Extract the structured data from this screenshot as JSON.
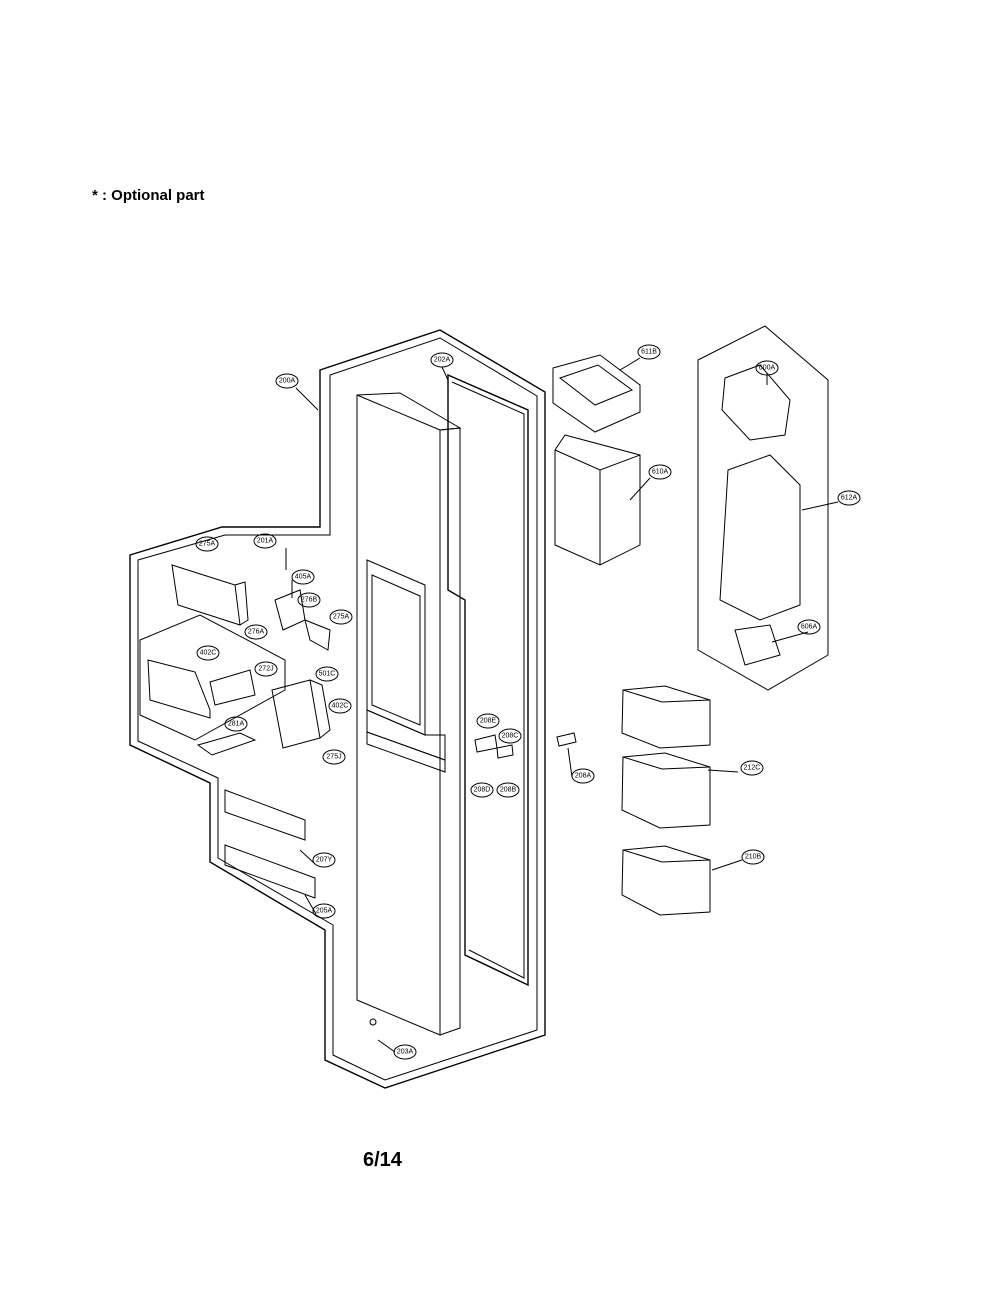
{
  "note": "* : Optional part",
  "page_number": "6/14",
  "callouts": [
    {
      "id": "200A",
      "label": "200A"
    },
    {
      "id": "202A",
      "label": "202A"
    },
    {
      "id": "611B",
      "label": "611B"
    },
    {
      "id": "600A",
      "label": "600A"
    },
    {
      "id": "610A",
      "label": "610A"
    },
    {
      "id": "612A",
      "label": "612A"
    },
    {
      "id": "275A",
      "label": "275A"
    },
    {
      "id": "201A",
      "label": "201A"
    },
    {
      "id": "405A",
      "label": "405A"
    },
    {
      "id": "276B",
      "label": "276B"
    },
    {
      "id": "276A",
      "label": "276A"
    },
    {
      "id": "275A-2",
      "label": "275A"
    },
    {
      "id": "402C",
      "label": "402C"
    },
    {
      "id": "272J",
      "label": "272J"
    },
    {
      "id": "501C",
      "label": "501C"
    },
    {
      "id": "402C-2",
      "label": "402C"
    },
    {
      "id": "281A",
      "label": "281A"
    },
    {
      "id": "275J",
      "label": "275J"
    },
    {
      "id": "606A",
      "label": "606A"
    },
    {
      "id": "208E",
      "label": "208E"
    },
    {
      "id": "208C",
      "label": "208C"
    },
    {
      "id": "208D",
      "label": "208D"
    },
    {
      "id": "208B",
      "label": "208B"
    },
    {
      "id": "208A",
      "label": "208A"
    },
    {
      "id": "212C",
      "label": "212C"
    },
    {
      "id": "210B",
      "label": "210B"
    },
    {
      "id": "207Y",
      "label": "207Y"
    },
    {
      "id": "205A",
      "label": "205A"
    },
    {
      "id": "203A",
      "label": "203A"
    }
  ]
}
